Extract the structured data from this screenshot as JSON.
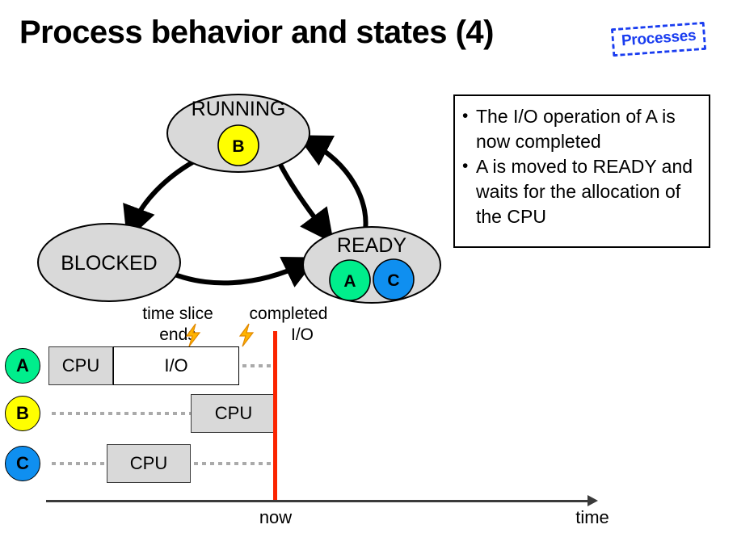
{
  "title": "Process behavior and states (4)",
  "stamp": "Processes",
  "info": {
    "bullets": [
      "The I/O operation of A is now completed",
      "A is moved to READY and waits for the allocation of the CPU"
    ]
  },
  "diagram": {
    "states": [
      {
        "name": "RUNNING",
        "label": "RUNNING",
        "tokens": [
          "B"
        ]
      },
      {
        "name": "BLOCKED",
        "label": "BLOCKED",
        "tokens": []
      },
      {
        "name": "READY",
        "label": "READY",
        "tokens": [
          "A",
          "C"
        ]
      }
    ],
    "transitions": [
      {
        "from": "RUNNING",
        "to": "BLOCKED"
      },
      {
        "from": "RUNNING",
        "to": "READY"
      },
      {
        "from": "READY",
        "to": "RUNNING"
      },
      {
        "from": "BLOCKED",
        "to": "READY"
      }
    ]
  },
  "events": [
    {
      "name": "time-slice-ends",
      "line1": "time slice",
      "line2": "ends"
    },
    {
      "name": "completed-io",
      "line1": "completed",
      "line2": "I/O"
    }
  ],
  "gantt": {
    "rows": [
      {
        "process": "A",
        "segments": [
          {
            "type": "cpu",
            "label": "CPU"
          },
          {
            "type": "io",
            "label": "I/O"
          }
        ]
      },
      {
        "process": "B",
        "segments": [
          {
            "type": "cpu",
            "label": "CPU"
          }
        ]
      },
      {
        "process": "C",
        "segments": [
          {
            "type": "cpu",
            "label": "CPU"
          }
        ]
      }
    ],
    "now_label": "now",
    "time_label": "time"
  },
  "colors": {
    "process_a": "#00EE8C",
    "process_b": "#FFFF00",
    "process_c": "#0F8FF0",
    "state_fill": "#d9d9d9",
    "cpu_fill": "#d9d9d9",
    "now_line": "#fb2400",
    "stamp": "#1a3df0"
  }
}
